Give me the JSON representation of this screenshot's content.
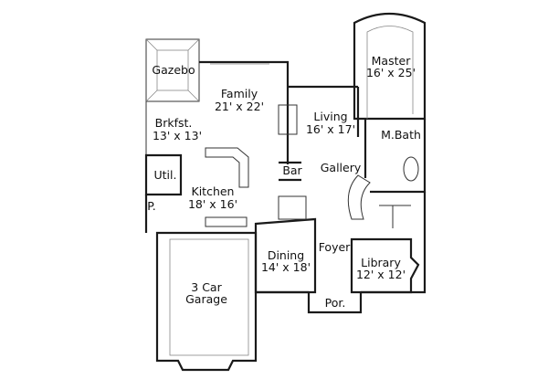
{
  "rooms": {
    "gazebo": {
      "name": "Gazebo"
    },
    "family": {
      "name": "Family",
      "size": "21' x 22'"
    },
    "brkfst": {
      "name": "Brkfst.",
      "size": "13' x 13'"
    },
    "util": {
      "name": "Util."
    },
    "kitchen": {
      "name": "Kitchen",
      "size": "18' x 16'"
    },
    "pantry": {
      "name": "P."
    },
    "garage": {
      "name": "3 Car",
      "name2": "Garage"
    },
    "living": {
      "name": "Living",
      "size": "16' x 17'"
    },
    "master": {
      "name": "Master",
      "size": "16' x 25'"
    },
    "mbath": {
      "name": "M.Bath"
    },
    "bar": {
      "name": "Bar"
    },
    "gallery": {
      "name": "Gallery"
    },
    "dining": {
      "name": "Dining",
      "size": "14' x 18'"
    },
    "foyer": {
      "name": "Foyer"
    },
    "library": {
      "name": "Library",
      "size": "12' x 12'"
    },
    "porch": {
      "name": "Por."
    }
  }
}
